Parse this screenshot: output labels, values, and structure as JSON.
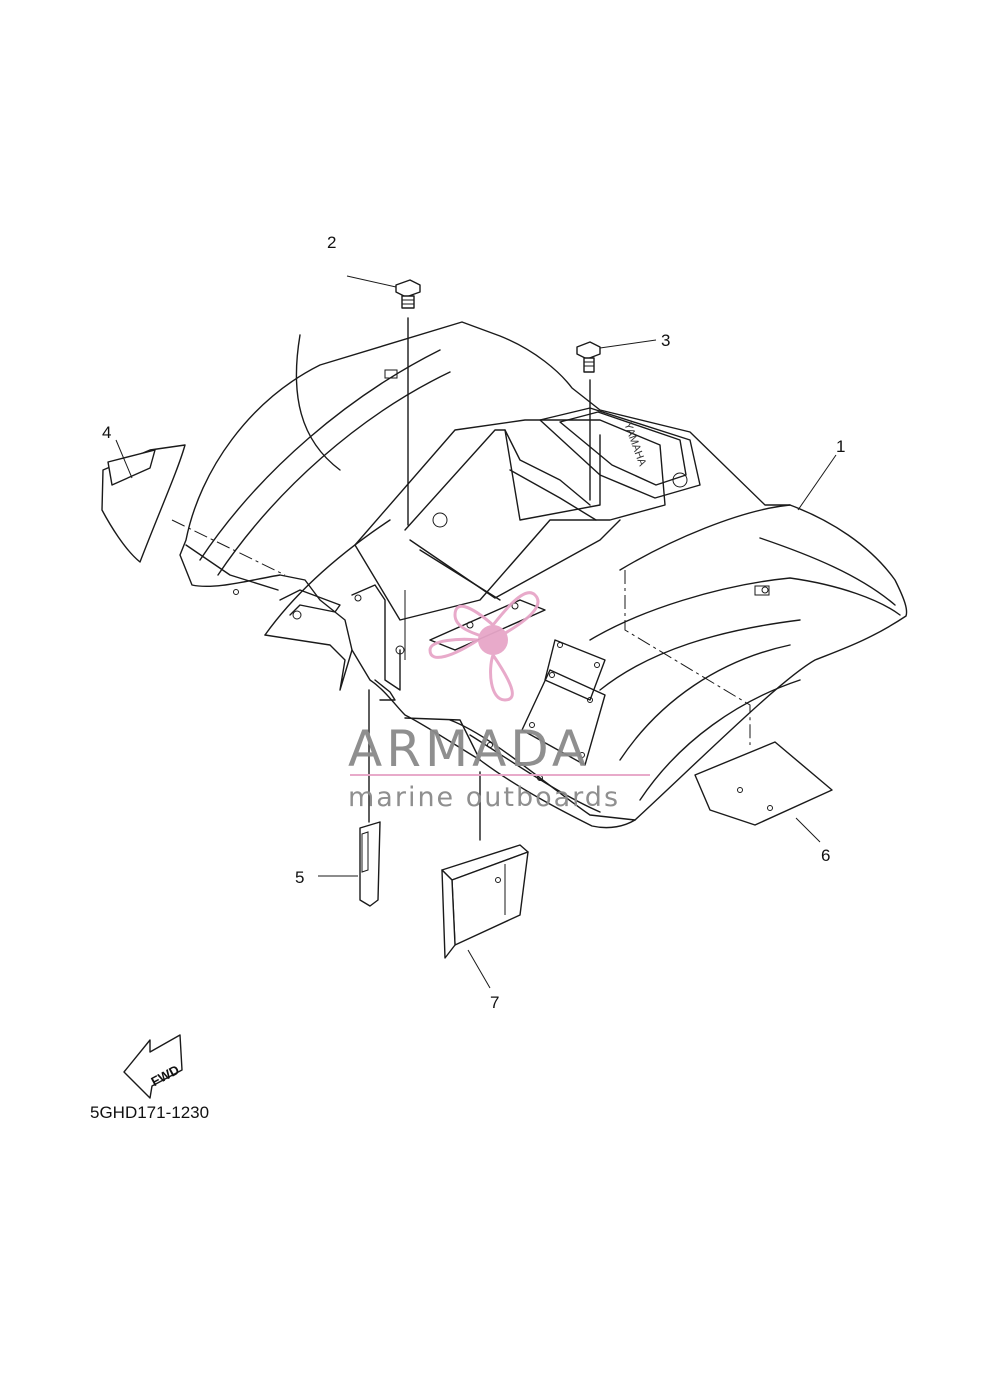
{
  "diagram": {
    "callouts": [
      {
        "id": "1",
        "label": "1"
      },
      {
        "id": "2",
        "label": "2"
      },
      {
        "id": "3",
        "label": "3"
      },
      {
        "id": "4",
        "label": "4"
      },
      {
        "id": "5",
        "label": "5"
      },
      {
        "id": "6",
        "label": "6"
      },
      {
        "id": "7",
        "label": "7"
      }
    ],
    "fender_emblem": "YAMAHA",
    "fwd_label": "FWD",
    "drawing_code": "5GHD171-1230"
  },
  "watermark": {
    "brand": "ARMADA",
    "tagline": "marine outboards",
    "accent_color": "#e7a6c8",
    "text_color": "#8a8a8a"
  }
}
